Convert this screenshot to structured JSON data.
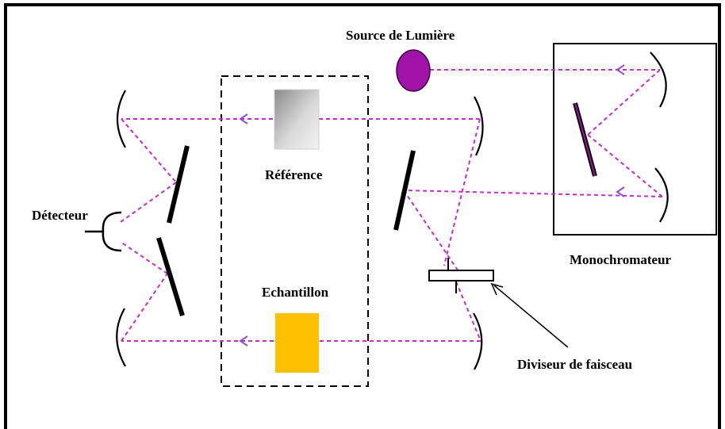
{
  "labels": {
    "source": "Source de Lumière",
    "reference": "Référence",
    "echantillon": "Echantillon",
    "detecteur": "Détecteur",
    "monochromateur": "Monochromateur",
    "diviseur": "Diviseur de faisceau"
  },
  "colors": {
    "source": "#a012a8",
    "echantillon": "#ffc000",
    "beam": "#c030c8",
    "arrow": "#8a4fd6"
  }
}
